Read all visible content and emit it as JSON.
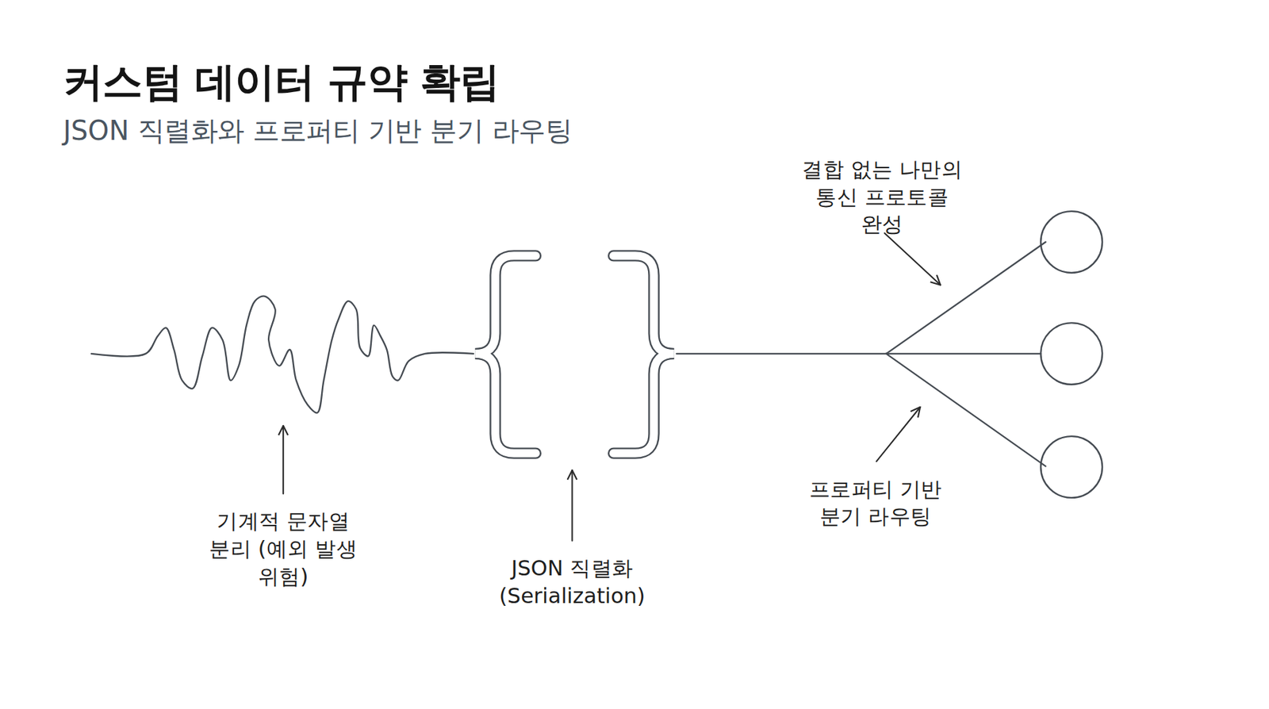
{
  "diagram": {
    "title": "커스텀 데이터 규약 확립",
    "labels": [
      "JSON 직렬화와 프로퍼티 기반 분기 라우팅",
      "기계적 문자열 분리 (예외 발생 위험)",
      "JSON 직렬화 (Serialization)",
      "결합 없는 나만의 통신 프로토콜 완성",
      "프로퍼티 기반 분기 라우팅"
    ]
  }
}
